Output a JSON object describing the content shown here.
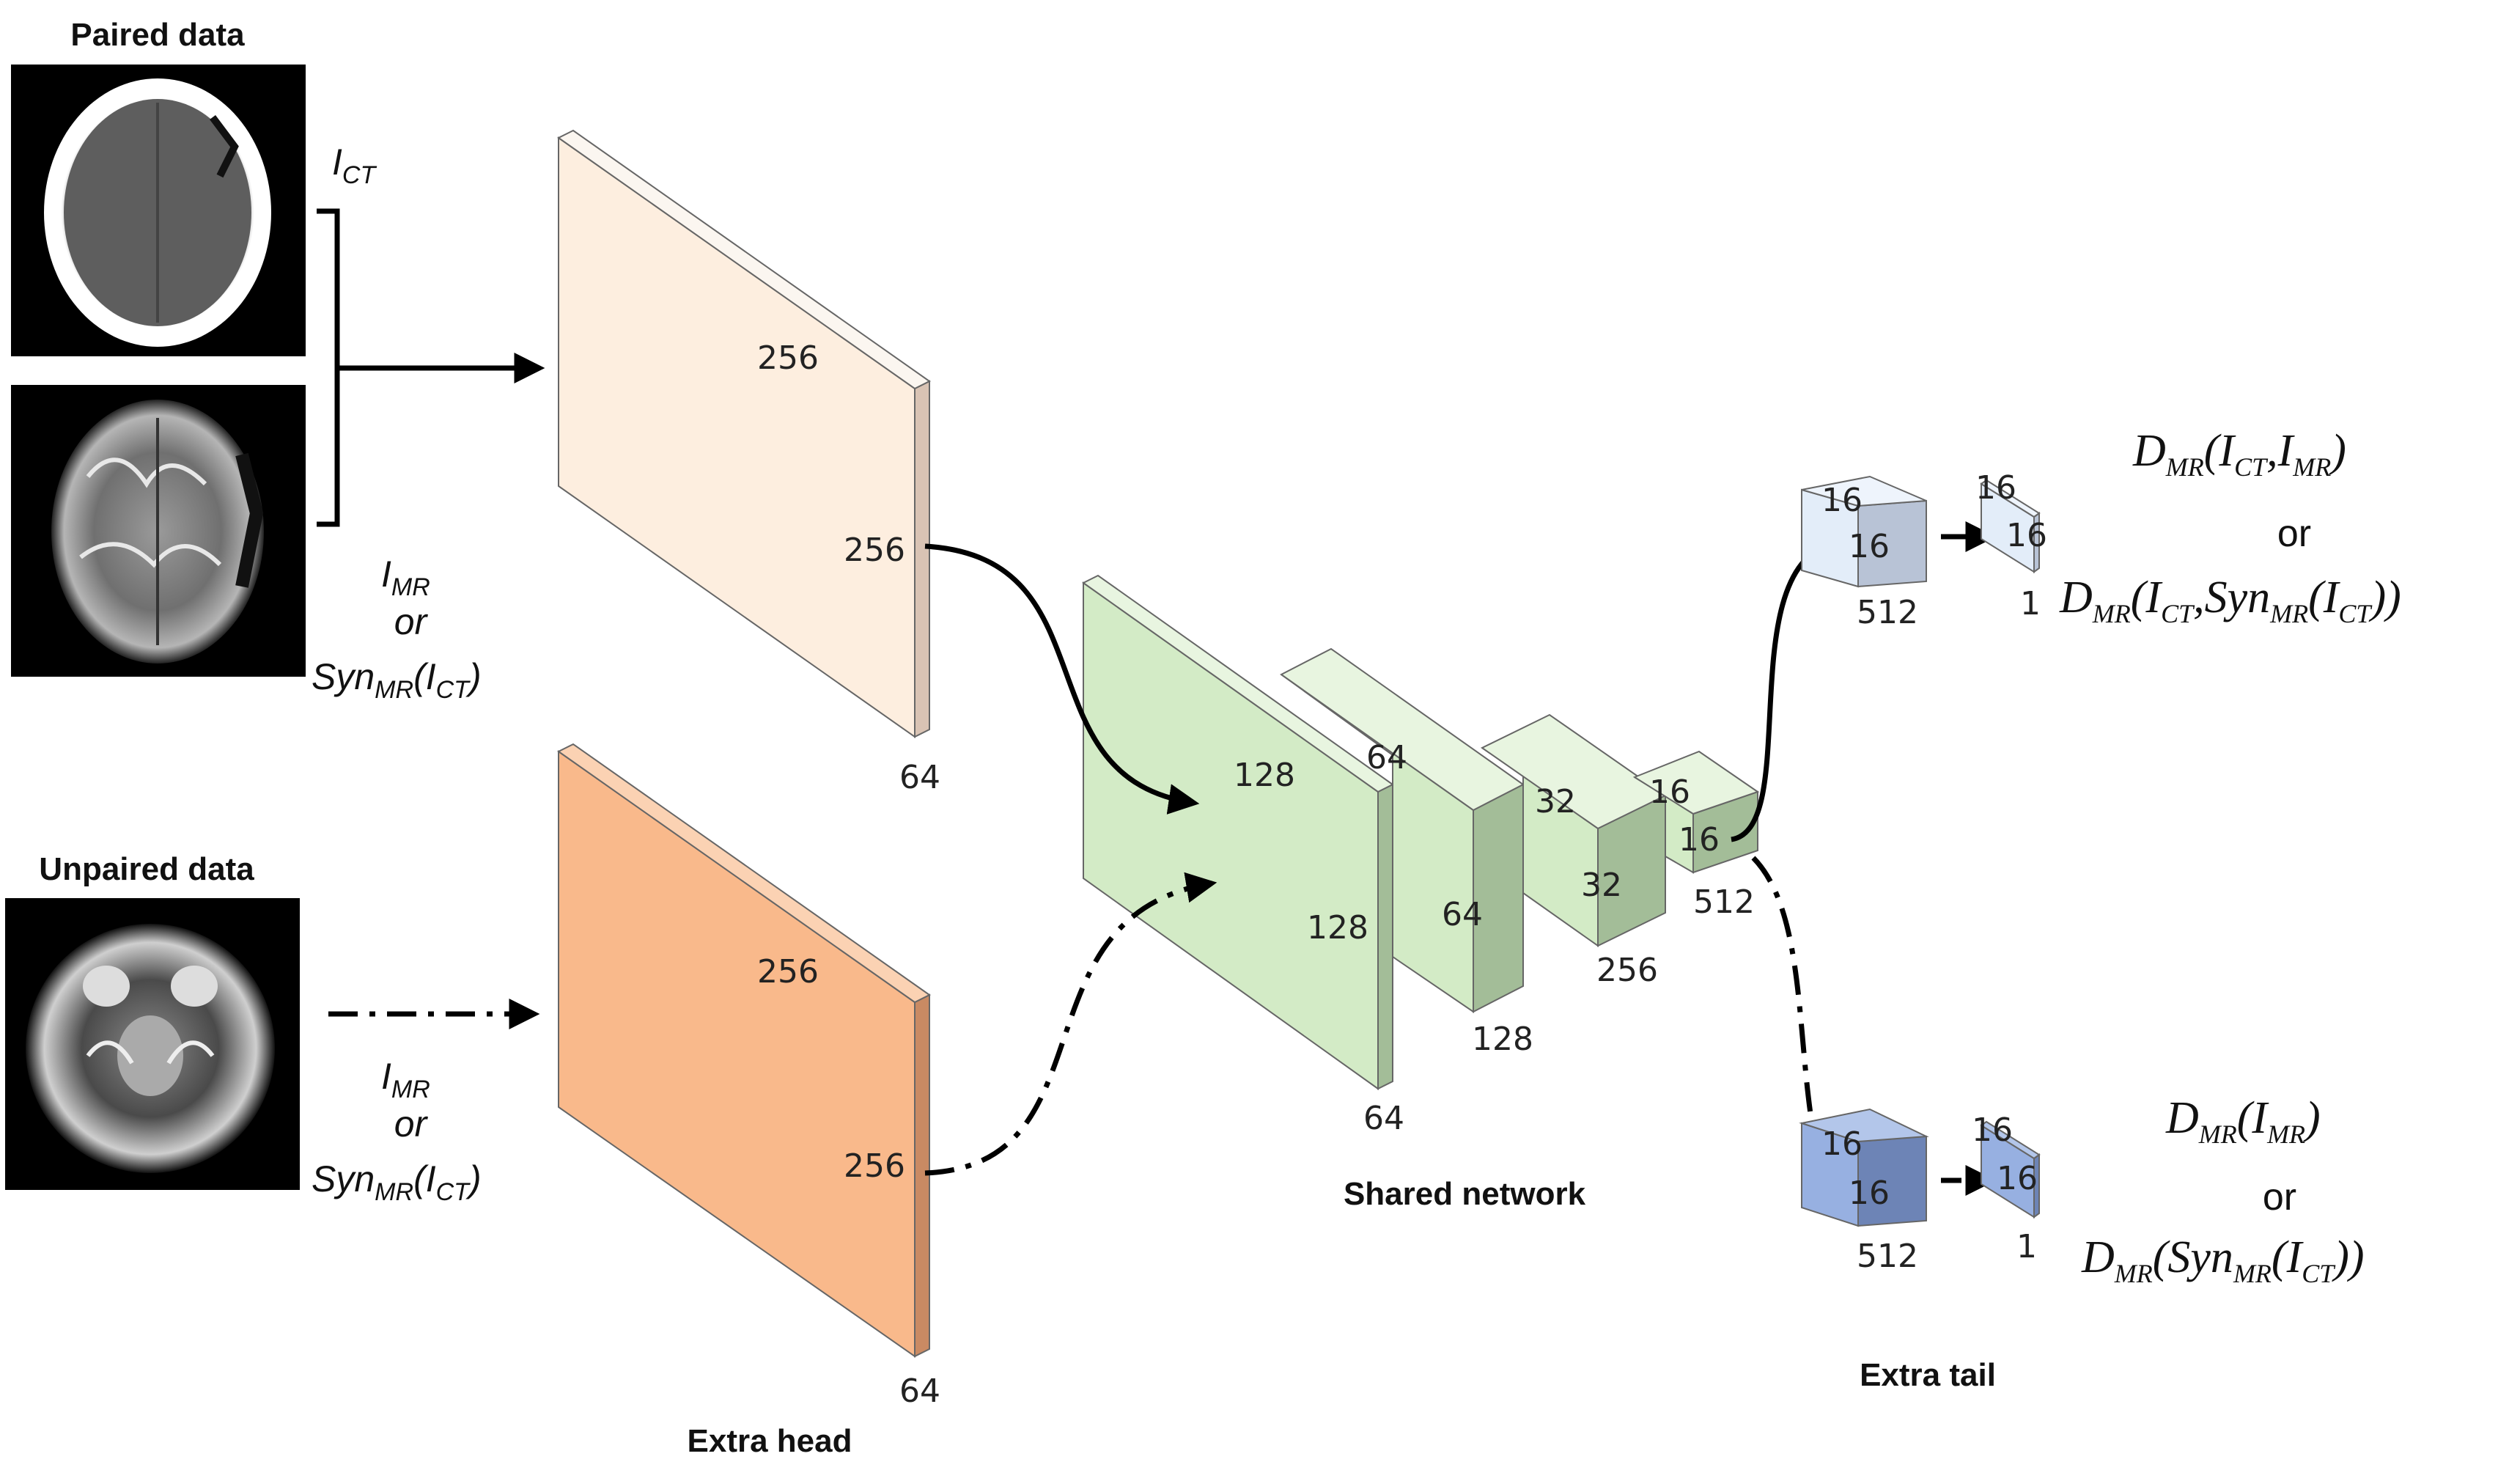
{
  "labels": {
    "paired_data": "Paired data",
    "unpaired_data": "Unpaired data",
    "extra_head": "Extra head",
    "shared_network": "Shared network",
    "extra_tail": "Extra tail"
  },
  "inputs": {
    "ict_main": "I",
    "ict_sub": "CT",
    "imr_main": "I",
    "imr_sub": "MR",
    "or": "or",
    "syn_main": "Syn",
    "syn_sub": "MR",
    "syn_paren_open": "(I",
    "syn_paren_sub": "CT",
    "syn_paren_close": ")"
  },
  "head_paired": {
    "width": "256",
    "height": "256",
    "depth": "64"
  },
  "head_unpaired": {
    "width": "256",
    "height": "256",
    "depth": "64"
  },
  "shared": [
    {
      "width": "128",
      "height": "128",
      "depth": "64"
    },
    {
      "width": "64",
      "height": "64",
      "depth": "128"
    },
    {
      "width": "32",
      "height": "32",
      "depth": "256"
    },
    {
      "width": "16",
      "height": "16",
      "depth": "512"
    }
  ],
  "tail_paired": {
    "cube": {
      "width": "16",
      "height": "16",
      "depth": "512"
    },
    "out": {
      "width": "16",
      "height": "16",
      "depth": "1"
    },
    "formula1": {
      "D": "D",
      "sub": "MR",
      "args": "(I",
      "a1sub": "CT",
      "comma": ",I",
      "a2sub": "MR",
      "close": ")"
    },
    "or": "or",
    "formula2": {
      "D": "D",
      "sub": "MR",
      "open": "(I",
      "a1sub": "CT",
      "mid": ",Syn",
      "synsub": "MR",
      "inner": "(I",
      "insub": "CT",
      "close": "))"
    }
  },
  "tail_unpaired": {
    "cube": {
      "width": "16",
      "height": "16",
      "depth": "512"
    },
    "out": {
      "width": "16",
      "height": "16",
      "depth": "1"
    },
    "formula1": {
      "D": "D",
      "sub": "MR",
      "args": "(I",
      "a1sub": "MR",
      "close": ")"
    },
    "or": "or",
    "formula2": {
      "D": "D",
      "sub": "MR",
      "open": "(Syn",
      "synsub": "MR",
      "inner": "(I",
      "insub": "CT",
      "close": "))"
    }
  },
  "colors": {
    "head_paired": "#fdeedf",
    "head_unpaired": "#f9b98b",
    "shared": "#d3ebc6",
    "tail_paired": "#e3edf9",
    "tail_unpaired": "#97b0e1"
  }
}
